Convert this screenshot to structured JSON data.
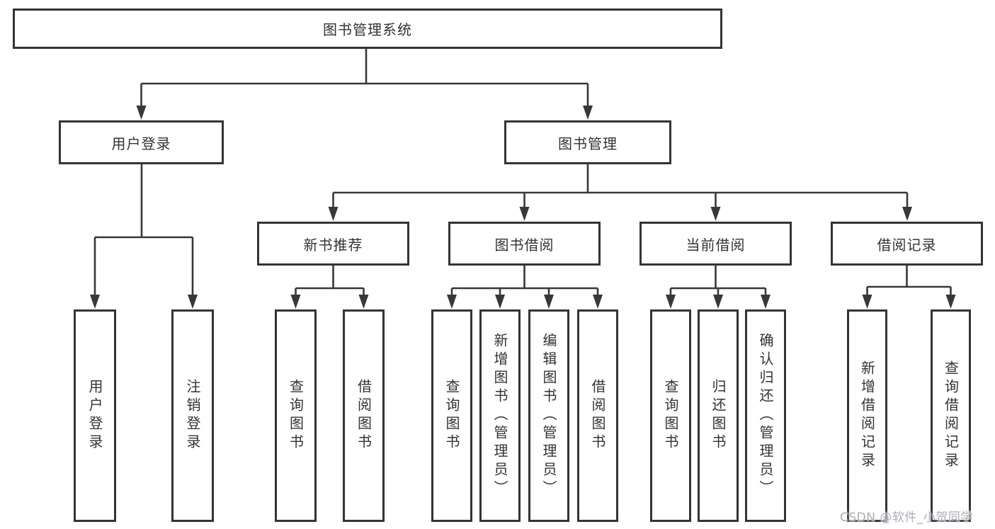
{
  "tree": {
    "label": "图书管理系统",
    "children": [
      {
        "label": "用户登录",
        "children": [
          {
            "label": "用户登录"
          },
          {
            "label": "注销登录"
          }
        ]
      },
      {
        "label": "图书管理",
        "children": [
          {
            "label": "新书推荐",
            "children": [
              {
                "label": "查询图书"
              },
              {
                "label": "借阅图书"
              }
            ]
          },
          {
            "label": "图书借阅",
            "children": [
              {
                "label": "查询图书"
              },
              {
                "label": "新增图书（管理员）"
              },
              {
                "label": "编辑图书（管理员）"
              },
              {
                "label": "借阅图书"
              }
            ]
          },
          {
            "label": "当前借阅",
            "children": [
              {
                "label": "查询图书"
              },
              {
                "label": "归还图书"
              },
              {
                "label": "确认归还（管理员）"
              }
            ]
          },
          {
            "label": "借阅记录",
            "children": [
              {
                "label": "新增借阅记录"
              },
              {
                "label": "查询借阅记录"
              }
            ]
          }
        ]
      }
    ]
  },
  "watermark": {
    "text": "CSDN @软件_小贺同学"
  },
  "colors": {
    "line": "#383838",
    "box_border": "#343434",
    "text": "#333333",
    "watermark": "#a9aeb6",
    "background": "#ffffff"
  }
}
